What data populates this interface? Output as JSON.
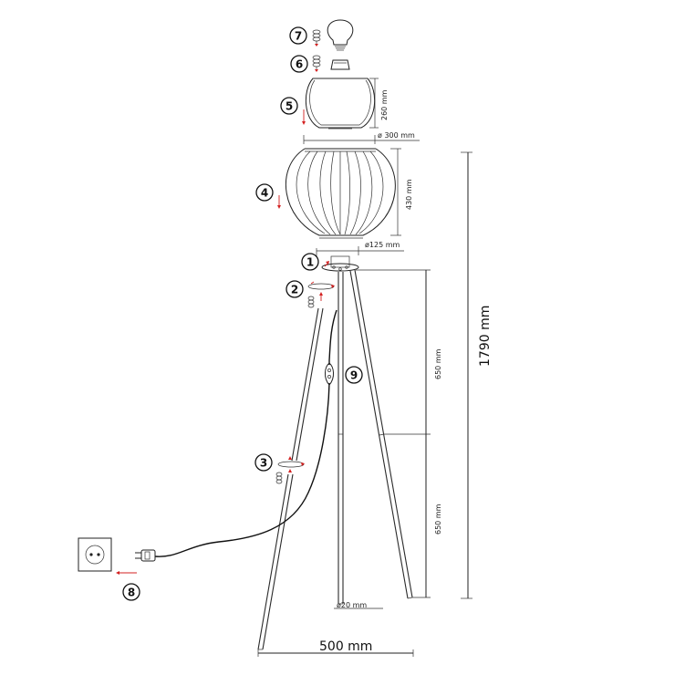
{
  "dimensions": {
    "total_height": "1790 mm",
    "base_width": "500 mm",
    "glass_height": "260 mm",
    "glass_diameter": "ø 300 mm",
    "shade_height": "430 mm",
    "fitter_diameter": "ø125 mm",
    "upper_leg": "650 mm",
    "lower_leg": "650 mm",
    "tube_diameter": "ø20 mm"
  },
  "steps": [
    "1",
    "2",
    "3",
    "4",
    "5",
    "6",
    "7",
    "8",
    "9"
  ],
  "colors": {
    "accent": "#d32020",
    "line": "#222222"
  },
  "icons": [
    "bulb-icon",
    "spring-icon",
    "socket-icon",
    "wall-outlet-icon",
    "plug-icon",
    "switch-icon"
  ]
}
